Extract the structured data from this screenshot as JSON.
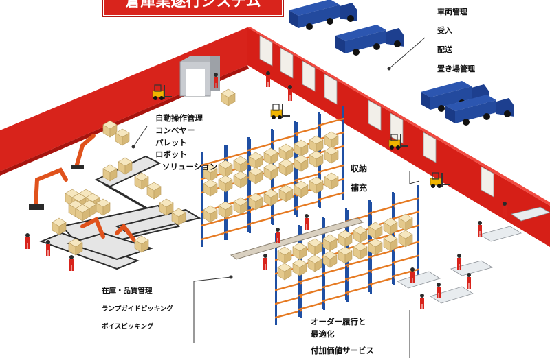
{
  "title": "倉庫業遂行システム",
  "groups": {
    "vehicle": [
      "車両管理",
      "受入",
      "配送",
      "置き場管理"
    ],
    "automation": [
      "自動操作管理",
      "コンベヤー",
      "パレット",
      "ロボット",
      "ソリューション"
    ],
    "storage": [
      "収納",
      "補充"
    ],
    "inventory": [
      "在庫・品質管理",
      "ランプガイドピッキング",
      "ボイスピッキング"
    ],
    "order": [
      "オーダー履行と",
      "最適化",
      "付加価値サービス"
    ]
  },
  "colors": {
    "wall": "#d8231b",
    "rack_frame": "#1f4fa3",
    "rack_beam": "#e67a22",
    "box": "#eed9a6",
    "truck": "#1d3f8f",
    "robot": "#e0521c",
    "floor": "#ffffff"
  }
}
